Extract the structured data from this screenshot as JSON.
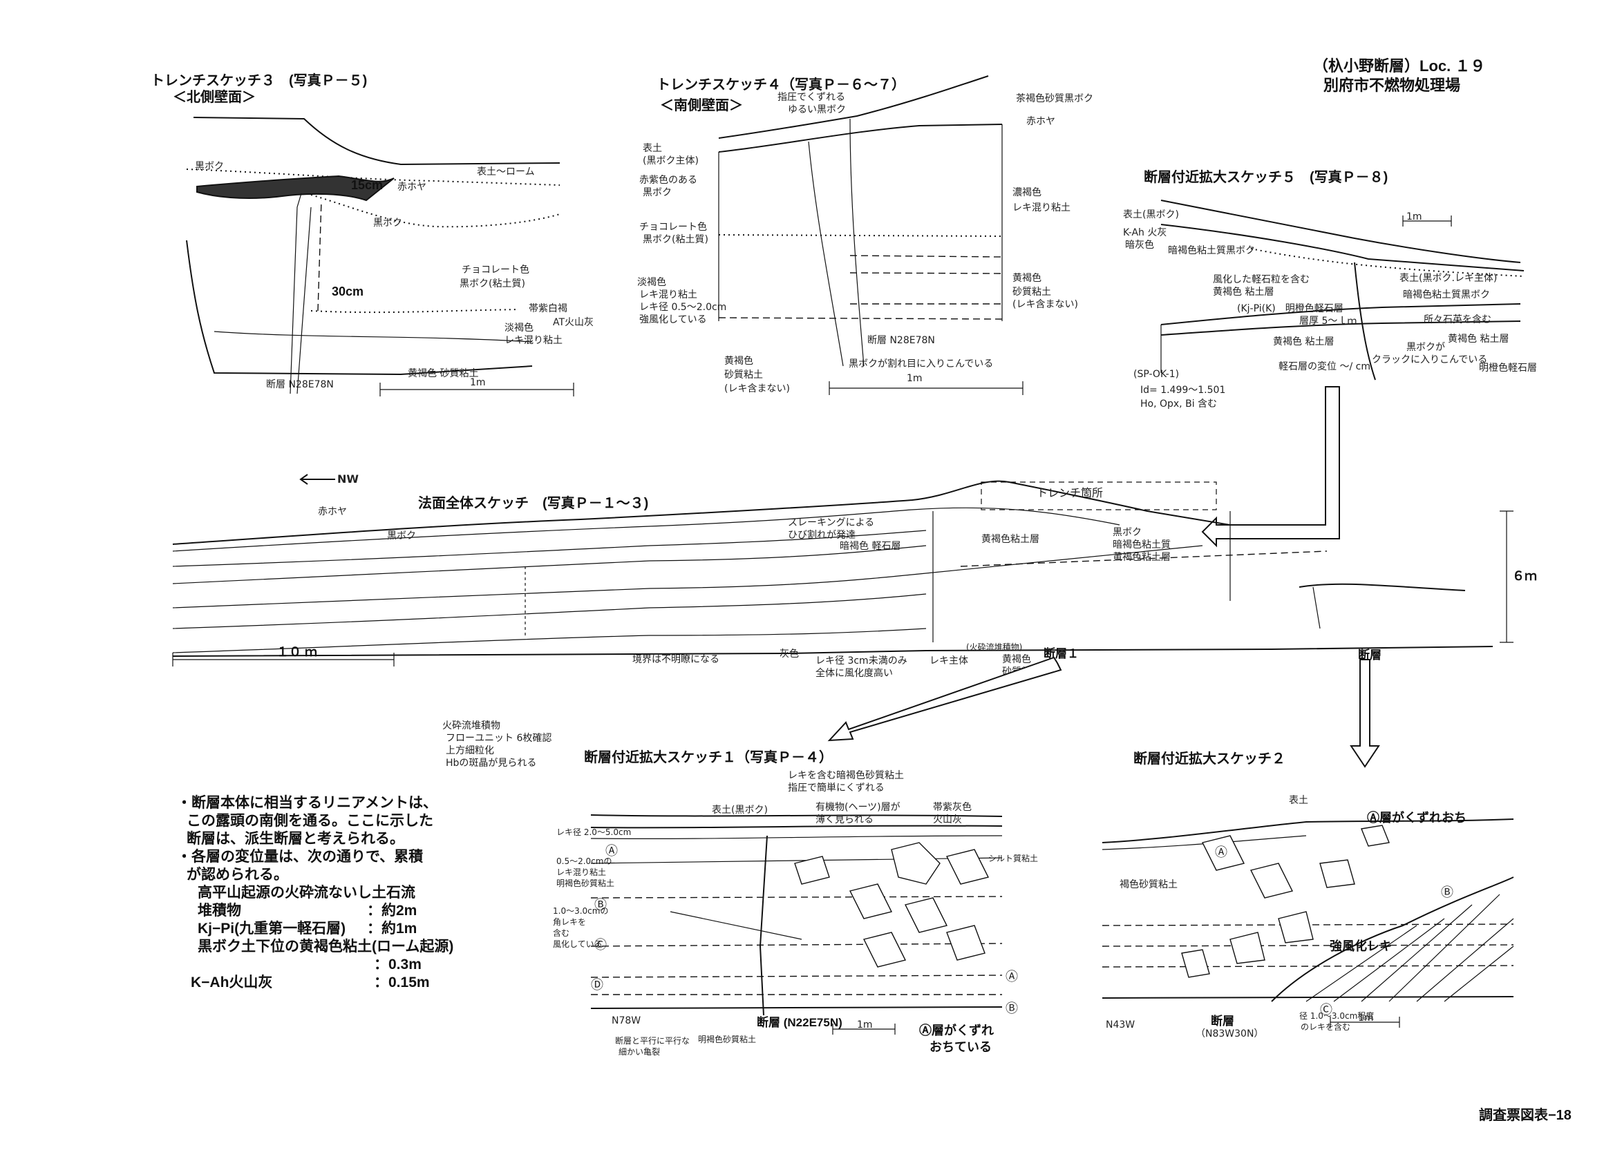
{
  "header": {
    "title": "（杁小野断層）Loc. １９",
    "subtitle": "別府市不燃物処理場"
  },
  "sketch3": {
    "title": "トレンチスケッチ３　(写真Ｐ－５)",
    "subtitle": "＜北側壁面＞",
    "labels": {
      "kuroboku_top": "黒ボク",
      "topsoil": "表土〜ローム",
      "thick_15": "15cm",
      "akahoya": "赤ホヤ",
      "kuroboku": "黒ボク",
      "thick_30": "30cm",
      "chocolate": "チョコレート色",
      "chocolate_2": "黒ボク(粘土質)",
      "band": "帯紫白褐",
      "band_2": "AT火山灰",
      "light_brown": "淡褐色",
      "light_brown_2": "レキ混り粘土",
      "yellow_brown": "黄褐色 砂質粘土",
      "fault": "断層 N28E78N",
      "scale": "1m"
    }
  },
  "sketch4": {
    "title": "トレンチスケッチ４（写真Ｐ－６～７）",
    "subtitle": "＜南側壁面＞",
    "labels": {
      "top_note": "指圧でくずれる",
      "top_note_2": "ゆるい黒ボク",
      "sandy_kuroboku": "茶褐色砂質黒ボク",
      "akahoya": "赤ホヤ",
      "topsoil": "表土",
      "topsoil_2": "(黒ボク主体)",
      "reddish": "赤紫色のある",
      "reddish_2": "黒ボク",
      "chocolate": "チョコレート色",
      "chocolate_2": "黒ボク(粘土質)",
      "light_brown": "淡褐色",
      "light_brown_2": "レキ混り粘土",
      "light_brown_3": "レキ径 0.5〜2.0cm",
      "light_brown_4": "強風化している",
      "dark_brown": "濃褐色",
      "dark_brown_2": "レキ混り粘土",
      "yellow_brown": "黄褐色",
      "yellow_brown_2": "砂質粘土",
      "yellow_brown_3": "(レキ含まない)",
      "fault": "断層 N28E78N",
      "kuroboku_note": "黒ボクが割れ目に入りこんでいる",
      "yb_bottom": "黄褐色",
      "yb_bottom_2": "砂質粘土",
      "yb_bottom_3": "(レキ含まない)",
      "scale": "1m"
    }
  },
  "sketch5": {
    "title": "断層付近拡大スケッチ５　(写真Ｐ－８)",
    "labels": {
      "topsoil": "表土(黒ボク)",
      "ash": "K-Ah 火灰",
      "ash_2": "暗灰色",
      "dark_clay": "暗褐色粘土質黒ボク",
      "scale": "1m",
      "topsoil_r": "表土(黒ボク.レキ主体)",
      "dark_brown_r": "暗褐色粘土質黒ボク",
      "pumice": "風化した軽石粒を含む",
      "pumice_2": "黄褐色 粘土層",
      "kjpi": "(Kj-Pi(K)　明橙色軽石層",
      "kjpi_2": "層厚 5〜ｌｍ",
      "contains": "所々石英を含む",
      "yellow_clay": "黄褐色 粘土層",
      "yellow_clay_r": "黄褐色 粘土層",
      "crack": "黒ボクが",
      "crack_2": "クラックに入りこんでいる",
      "disp": "軽石層の変位 〜/ cm",
      "orange": "明橙色軽石層",
      "sample": "(SP-OK-1)",
      "sample_2": "Id= 1.499〜1.501",
      "sample_3": "Ho, Opx, Bi 含む"
    }
  },
  "overall": {
    "direction": "NW",
    "title": "法面全体スケッチ　(写真Ｐ－１～３)",
    "labels": {
      "akahoya": "赤ホヤ",
      "kuroboku": "黒ボク",
      "sliding": "スレーキングによる",
      "sliding_2": "ひび割れが発達",
      "pumice": "暗褐色 軽石層",
      "trench": "トレンチ箇所",
      "kuroboku_s": "黒ボク",
      "yellow_s": "黄褐色粘土層",
      "dark_s": "暗褐色粘土質",
      "yellow_s2": "黄褐色粘土層",
      "boundary": "境界は不明瞭になる",
      "gray": "灰色",
      "gravel": "レキ径 3cm未満のみ",
      "gravel_2": "全体に風化度高い",
      "main": "レキ主体",
      "pyroclastic": "(火砕流堆積物)",
      "yellow_sandy": "黄褐色",
      "yellow_sandy_2": "砂質粘土",
      "fault1": "断層１",
      "fault2": "断層",
      "scale": "１０ ｍ",
      "height": "６ｍ",
      "flow_note": "火砕流堆積物",
      "flow_note_2": "フローユニット 6枚確認",
      "flow_note_3": "上方細粒化",
      "flow_note_4": "Hbの斑晶が見られる"
    }
  },
  "sketch1": {
    "title": "断層付近拡大スケッチ１（写真Ｐ－４）",
    "labels": {
      "top_note": "レキを含む暗褐色砂質粘土",
      "top_note_2": "指圧で簡単にくずれる",
      "topsoil": "表土(黒ボク)",
      "quartz": "有機物(ヘーツ)層が",
      "quartz_2": "薄く見られる",
      "akahoya": "帯紫灰色",
      "akahoya_2": "火山灰",
      "gravel_l": "レキ径 2.0〜5.0cm",
      "gravel_l2": "0.5〜2.0cmの",
      "gravel_l3": "レキ混り粘土",
      "gravel_l4": "明褐色砂質粘土",
      "fault_note": "シルト質粘土",
      "circle_a": "Ⓐ",
      "circle_b": "Ⓑ",
      "circle_c": "Ⓒ",
      "circle_d": "Ⓓ",
      "left_note": "1.0〜3.0cmの",
      "left_note_2": "角レキを",
      "left_note_3": "含む",
      "left_note_4": "風化している",
      "dir": "N78W",
      "fault": "断層 (N22E75N)",
      "scale": "1m",
      "bottom_note": "断層と平行に平行な",
      "bottom_note_2": "細かい亀裂",
      "bottom_note_3": "明褐色砂質粘土",
      "collapse": "Ⓐ層がくずれ",
      "collapse_2": "おちている"
    }
  },
  "sketch2": {
    "title": "断層付近拡大スケッチ２",
    "labels": {
      "topsoil": "表土",
      "collapse": "Ⓐ層がくずれおち",
      "brown_clay": "褐色砂質粘土",
      "weathered": "強風化レキ",
      "dir": "N43W",
      "fault": "断層",
      "fault_2": "（N83W30N）",
      "scale": "1m",
      "gravel_note": "径 1.0〜3.0cm程度",
      "gravel_note_2": "のレキを含む",
      "circle_a": "Ⓐ",
      "circle_b": "Ⓑ",
      "circle_c": "Ⓒ"
    }
  },
  "notes": {
    "line1": "・断層本体に相当するリニアメントは、",
    "line2": "この露頭の南側を通る。ここに示した",
    "line3": "断層は、派生断層と考えられる。",
    "line4": "・各層の変位量は、次の通りで、累積",
    "line5": "が認められる。",
    "item1_name": "高平山起源の火砕流ないし土石流",
    "item1_name_2": "堆積物",
    "item1_val": "：約2m",
    "item2_name": "Kj−Pi(九重第一軽石層)",
    "item2_val": "：約1m",
    "item3_name": "黒ボク土下位の黄褐色粘土(ローム起源)",
    "item3_val": "：0.3m",
    "item4_name": "K−Ah火山灰",
    "item4_val": "：0.15m"
  },
  "footer": {
    "page_label": "調査票図表−18"
  }
}
